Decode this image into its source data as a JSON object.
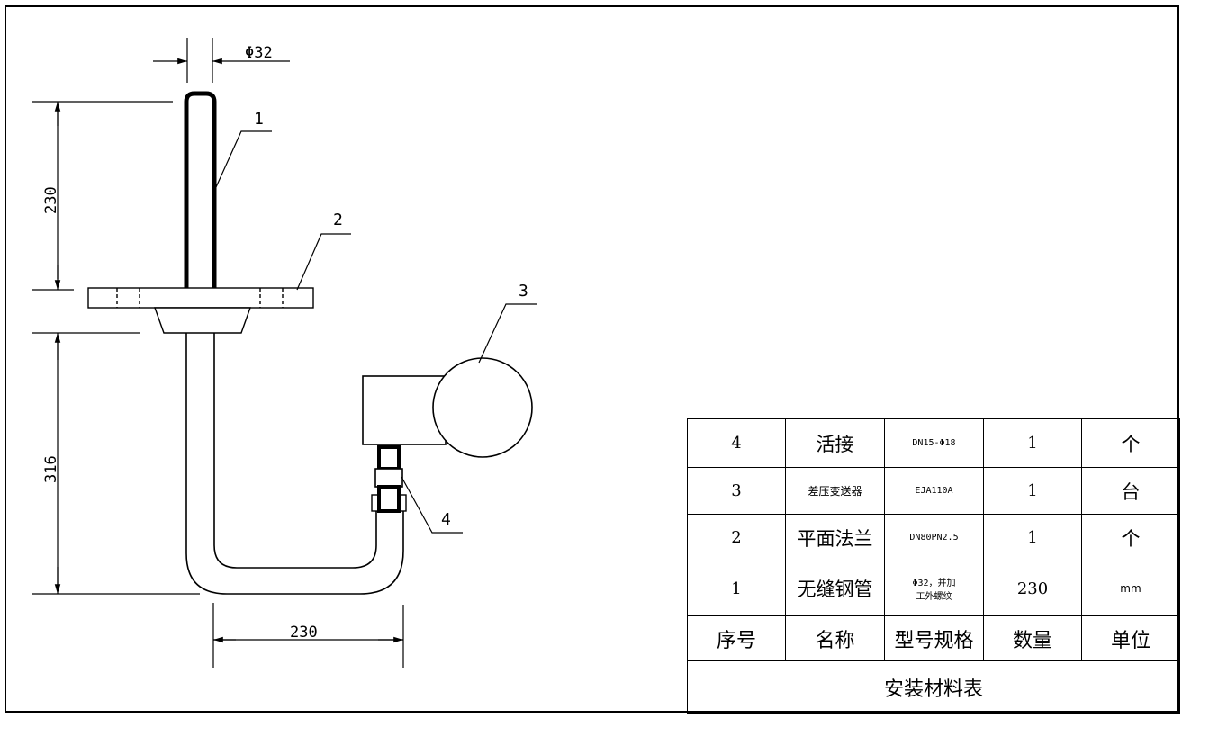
{
  "dimensions": {
    "pipe_diameter": "Φ32",
    "vertical_upper": "230",
    "vertical_lower": "316",
    "horizontal": "230"
  },
  "callouts": [
    "1",
    "2",
    "3",
    "4"
  ],
  "material_table": {
    "title": "安装材料表",
    "headers": [
      "序号",
      "名称",
      "型号规格",
      "数量",
      "单位"
    ],
    "rows": [
      {
        "no": "4",
        "name": "活接",
        "spec": [
          "DN15-Φ18"
        ],
        "qty": "1",
        "unit": "个"
      },
      {
        "no": "3",
        "name": "差压变送器",
        "spec": [
          "EJA110A"
        ],
        "qty": "1",
        "unit": "台"
      },
      {
        "no": "2",
        "name": "平面法兰",
        "spec": [
          "DN80PN2.5"
        ],
        "qty": "1",
        "unit": "个"
      },
      {
        "no": "1",
        "name": "无缝钢管",
        "spec": [
          "Φ32，并加",
          "工外螺纹"
        ],
        "qty": "230",
        "unit": "mm"
      }
    ]
  }
}
